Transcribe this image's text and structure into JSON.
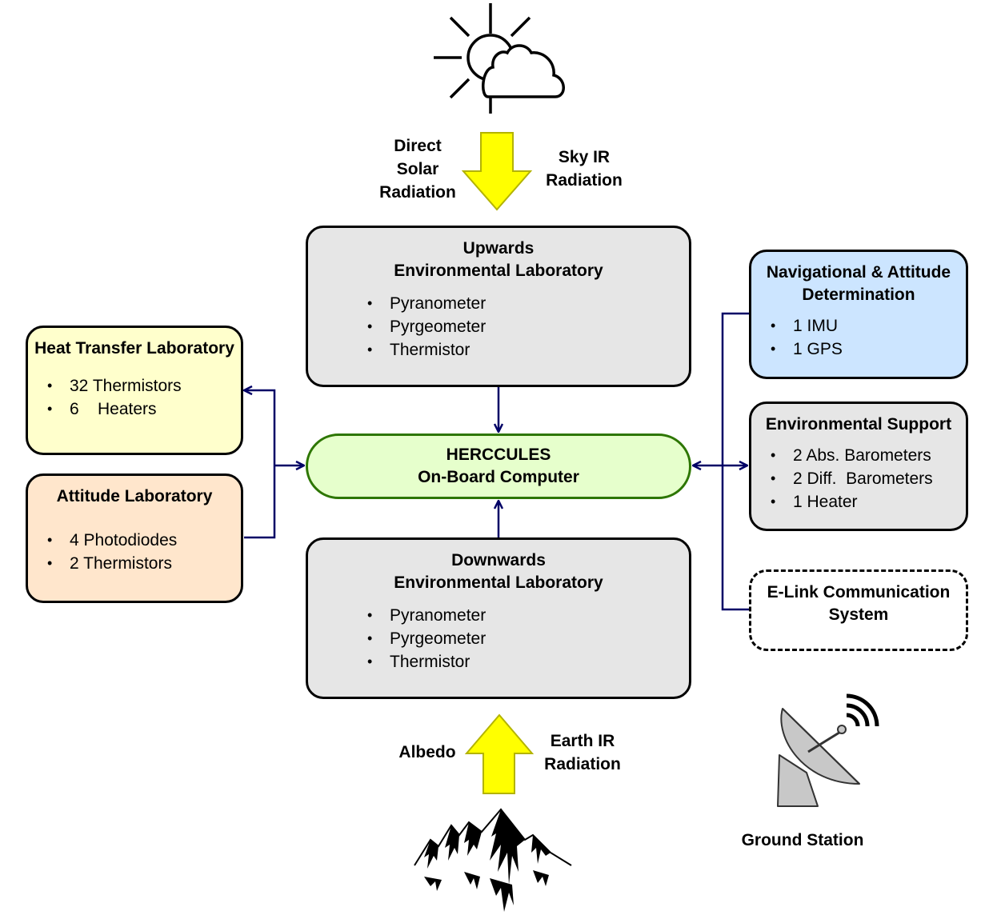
{
  "sky_labels": {
    "direct_solar": [
      "Direct",
      "Solar",
      "Radiation"
    ],
    "sky_ir": [
      "Sky IR",
      "Radiation"
    ]
  },
  "ground_labels": {
    "albedo": "Albedo",
    "earth_ir": [
      "Earth IR",
      "Radiation"
    ]
  },
  "upwards_lab": {
    "title": [
      "Upwards",
      "Environmental Laboratory"
    ],
    "items": [
      "Pyranometer",
      "Pyrgeometer",
      "Thermistor"
    ]
  },
  "downwards_lab": {
    "title": [
      "Downwards",
      "Environmental Laboratory"
    ],
    "items": [
      "Pyranometer",
      "Pyrgeometer",
      "Thermistor"
    ]
  },
  "obc": {
    "title": [
      "HERCCULES",
      "On-Board Computer"
    ]
  },
  "heat_transfer_lab": {
    "title": "Heat Transfer Laboratory",
    "items": [
      "32 Thermistors",
      "6    Heaters"
    ]
  },
  "attitude_lab": {
    "title": "Attitude Laboratory",
    "items": [
      "4 Photodiodes",
      "2 Thermistors"
    ]
  },
  "nav_attitude": {
    "title": [
      "Navigational & Attitude",
      "Determination"
    ],
    "items": [
      "1 IMU",
      "1 GPS"
    ]
  },
  "env_support": {
    "title": "Environmental Support",
    "items": [
      "2 Abs. Barometers",
      "2 Diff.  Barometers",
      "1 Heater"
    ]
  },
  "elink": {
    "title": [
      "E-Link Communication",
      "System"
    ]
  },
  "ground_station": {
    "label": "Ground Station"
  },
  "colors": {
    "connector": "#000066",
    "arrow_fill": "#ffff00",
    "arrow_stroke": "#b3b300",
    "grey_box": "#e6e6e6",
    "obc_fill": "#e6ffcc",
    "obc_border": "#2d7600",
    "heat_fill": "#ffffcc",
    "attitude_fill": "#ffe6cc",
    "nav_fill": "#cce5ff"
  },
  "icons": [
    "sun-cloud-icon",
    "mountains-icon",
    "satellite-dish-icon"
  ]
}
